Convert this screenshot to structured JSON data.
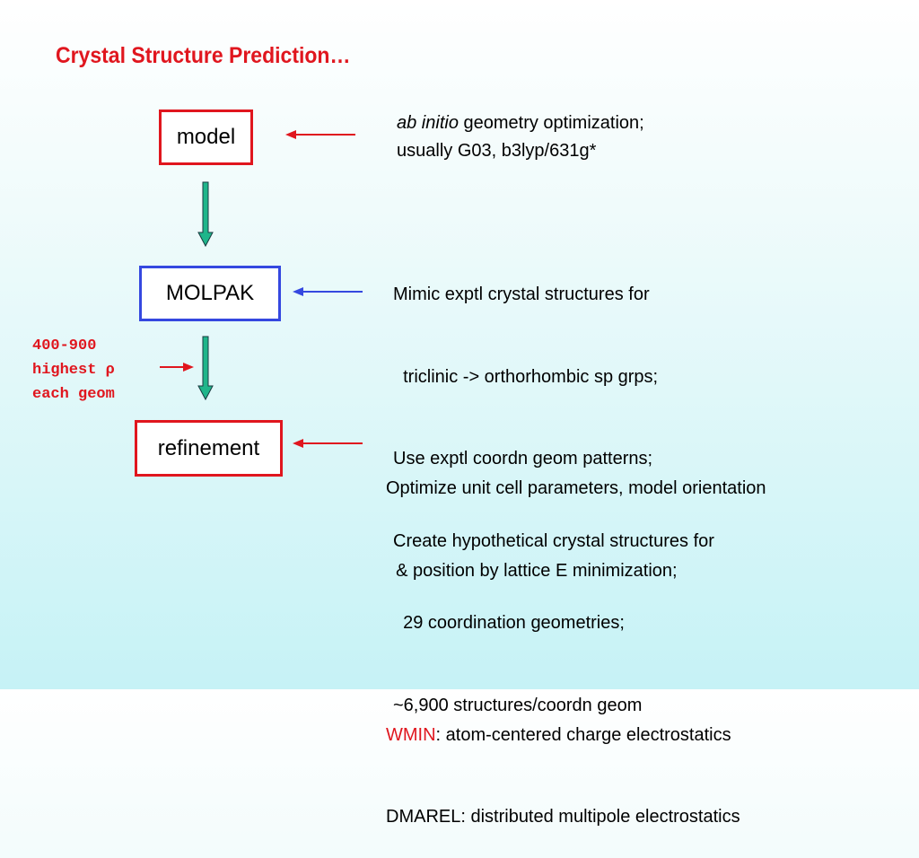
{
  "title": "Crystal Structure Prediction…",
  "boxes": {
    "model": "model",
    "molpak": "MOLPAK",
    "refinement": "refinement"
  },
  "notes": {
    "model": {
      "line1_italic": "ab initio",
      "line1_rest": " geometry optimization;",
      "line2": "usually G03, b3lyp/631g*"
    },
    "molpak": {
      "lines": [
        "Mimic exptl crystal structures for",
        "  triclinic -> orthorhombic sp grps;",
        "Use exptl coordn geom patterns;",
        "Create hypothetical crystal structures for",
        "  29 coordination geometries;",
        "~6,900 structures/coordn geom"
      ]
    },
    "refinement": {
      "line1": "Optimize unit cell parameters, model orientation",
      "line2": "  & position by lattice E minimization;",
      "wmin_label": "WMIN",
      "wmin_rest": ": atom-centered charge electrostatics",
      "dmarel": "DMAREL: distributed multipole electrostatics"
    }
  },
  "side_label": {
    "lines": [
      "400-900",
      "highest ρ",
      "each geom"
    ]
  },
  "colors": {
    "title": "#e0161e",
    "red_box": "#e0161e",
    "blue_box": "#3548e0",
    "flow_arrow": "#1fb58a",
    "red_arrow": "#e0161e",
    "blue_arrow": "#3548e0"
  }
}
